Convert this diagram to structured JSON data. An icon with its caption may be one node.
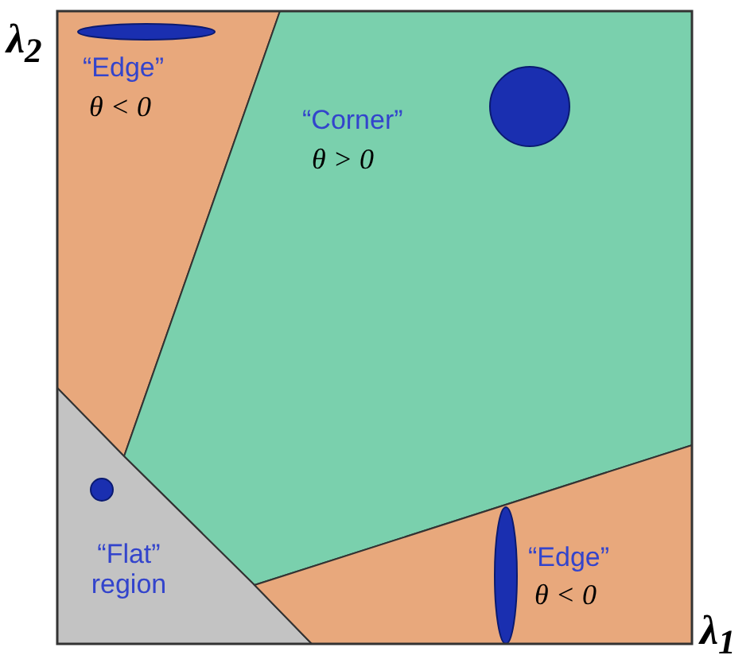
{
  "diagram": {
    "nodes": [
      {
        "text": [
          "“Edge”",
          "θ < 0"
        ]
      },
      {
        "text": [
          "“Corner”",
          "θ > 0"
        ]
      },
      {
        "text": [
          "“Flat” region"
        ]
      },
      {
        "text": [
          "“Edge”",
          "θ < 0"
        ]
      }
    ],
    "labels": [
      "λ$_{2}$",
      "λ$_{1}$"
    ]
  }
}
